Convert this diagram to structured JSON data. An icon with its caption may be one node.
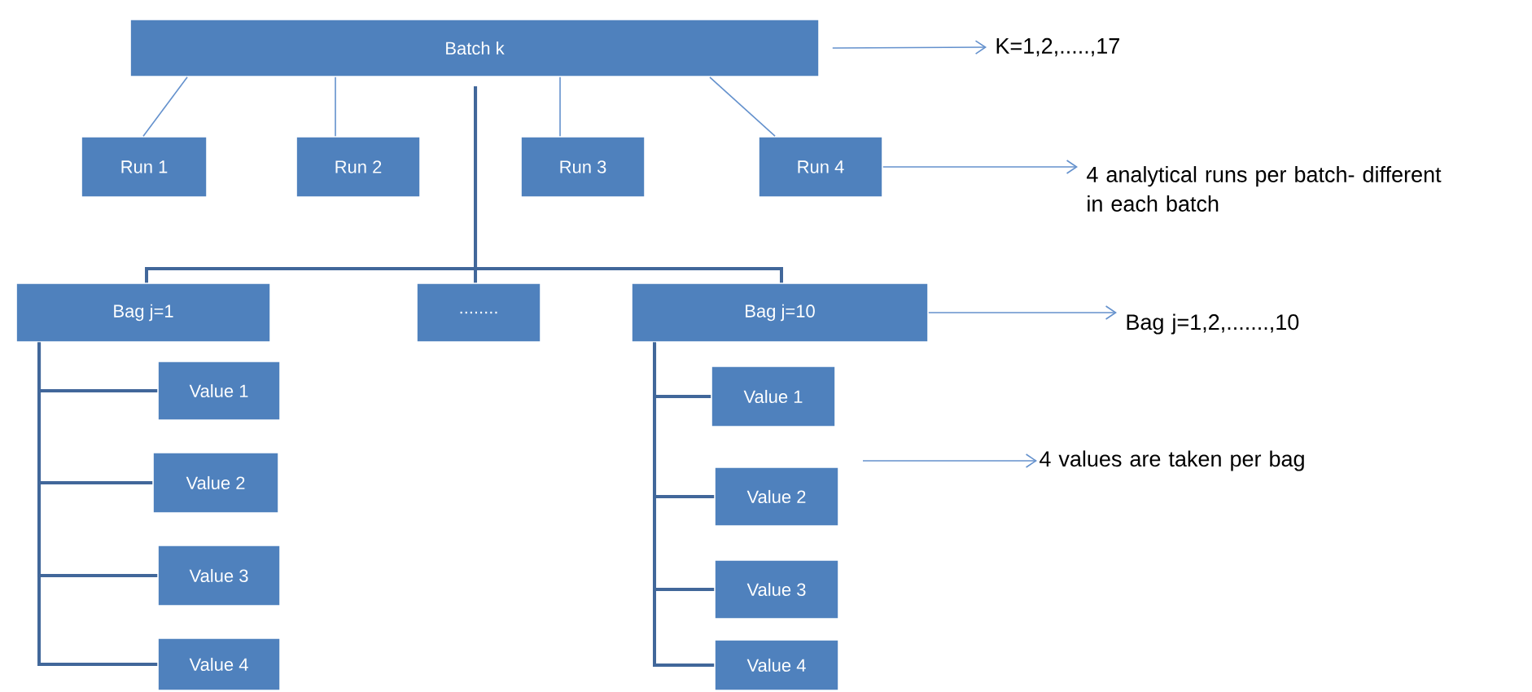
{
  "diagram": {
    "nodes": [
      {
        "text": [
          "Batch k"
        ]
      },
      {
        "text": [
          "Run 1"
        ]
      },
      {
        "text": [
          "Run 2"
        ]
      },
      {
        "text": [
          "Run 3"
        ]
      },
      {
        "text": [
          "Run 4"
        ]
      },
      {
        "text": [
          "Bag j=1"
        ]
      },
      {
        "text": [
          "........"
        ]
      },
      {
        "text": [
          "Bag j=10"
        ]
      },
      {
        "text": [
          "Value 1"
        ]
      },
      {
        "text": [
          "Value 2"
        ]
      },
      {
        "text": [
          "Value 3"
        ]
      },
      {
        "text": [
          "Value 4"
        ]
      },
      {
        "text": [
          "Value 1"
        ]
      },
      {
        "text": [
          "Value 2"
        ]
      },
      {
        "text": [
          "Value 3"
        ]
      },
      {
        "text": [
          "Value 4"
        ]
      },
      {
        "text": [
          "K=1,2,.....,17"
        ]
      },
      {
        "text": [
          "4 analytical runs per batch- different in each batch"
        ]
      },
      {
        "text": [
          "Bag j=1,2,.......,10"
        ]
      },
      {
        "text": [
          "4 values are taken per bag"
        ]
      }
    ],
    "edges": [
      {
        "from": 0,
        "to": 1,
        "arrow": "none"
      },
      {
        "from": 0,
        "to": 2,
        "arrow": "none"
      },
      {
        "from": 0,
        "to": 3,
        "arrow": "none"
      },
      {
        "from": 0,
        "to": 4,
        "arrow": "none"
      },
      {
        "from": 0,
        "to": 5,
        "arrow": "none"
      },
      {
        "from": 0,
        "to": 6,
        "arrow": "none"
      },
      {
        "from": 0,
        "to": 7,
        "arrow": "none"
      },
      {
        "from": 5,
        "to": 8,
        "arrow": "none"
      },
      {
        "from": 5,
        "to": 9,
        "arrow": "none"
      },
      {
        "from": 5,
        "to": 10,
        "arrow": "none"
      },
      {
        "from": 5,
        "to": 11,
        "arrow": "none"
      },
      {
        "from": 7,
        "to": 12,
        "arrow": "none"
      },
      {
        "from": 7,
        "to": 13,
        "arrow": "none"
      },
      {
        "from": 7,
        "to": 14,
        "arrow": "none"
      },
      {
        "from": 7,
        "to": 15,
        "arrow": "none"
      },
      {
        "from": 0,
        "to": 16,
        "arrow": "to"
      },
      {
        "from": 4,
        "to": 17,
        "arrow": "to"
      },
      {
        "from": 7,
        "to": 18,
        "arrow": "to"
      },
      {
        "from": null,
        "to": 19,
        "arrow": "to"
      }
    ]
  }
}
